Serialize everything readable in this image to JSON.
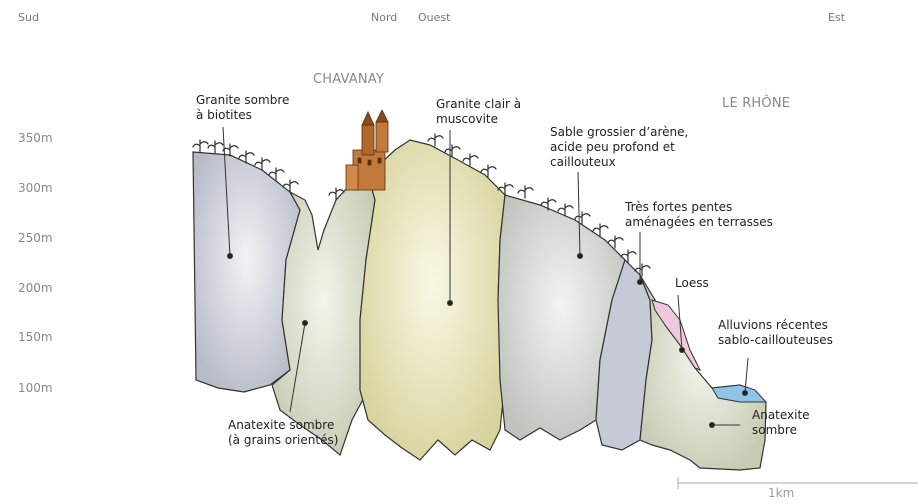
{
  "directions": {
    "south": "Sud",
    "north": "Nord",
    "west": "Ouest",
    "east": "Est"
  },
  "places": {
    "village": "CHAVANAY",
    "river": "LE RHÔNE"
  },
  "elevations": [
    "350m",
    "300m",
    "250m",
    "200m",
    "150m",
    "100m"
  ],
  "labels": {
    "granite_sombre": "Granite sombre\nà biotites",
    "granite_clair": "Granite clair à\nmuscovite",
    "sable": "Sable grossier d’arène,\nacide peu profond et\ncaillouteux",
    "pentes": "Très fortes pentes\naménagées en terrasses",
    "loess": "Loess",
    "alluvions": "Alluvions récentes\nsablo-caillouteuses",
    "anatexite_orientes": "Anatexite sombre\n(à grains orientés)",
    "anatexite_sombre": "Anatexite\nsombre"
  },
  "scale": {
    "label": "1km"
  },
  "colors": {
    "granite_sombre": "#c9ccd6",
    "anatexite": "#d7dbc9",
    "granite_clair": "#e6e3b6",
    "granite_sombre_2": "#cfd2cc",
    "pink_loess": "#f0c8dc",
    "blue_alluvions": "#8fc4e6",
    "outline": "#333333"
  }
}
